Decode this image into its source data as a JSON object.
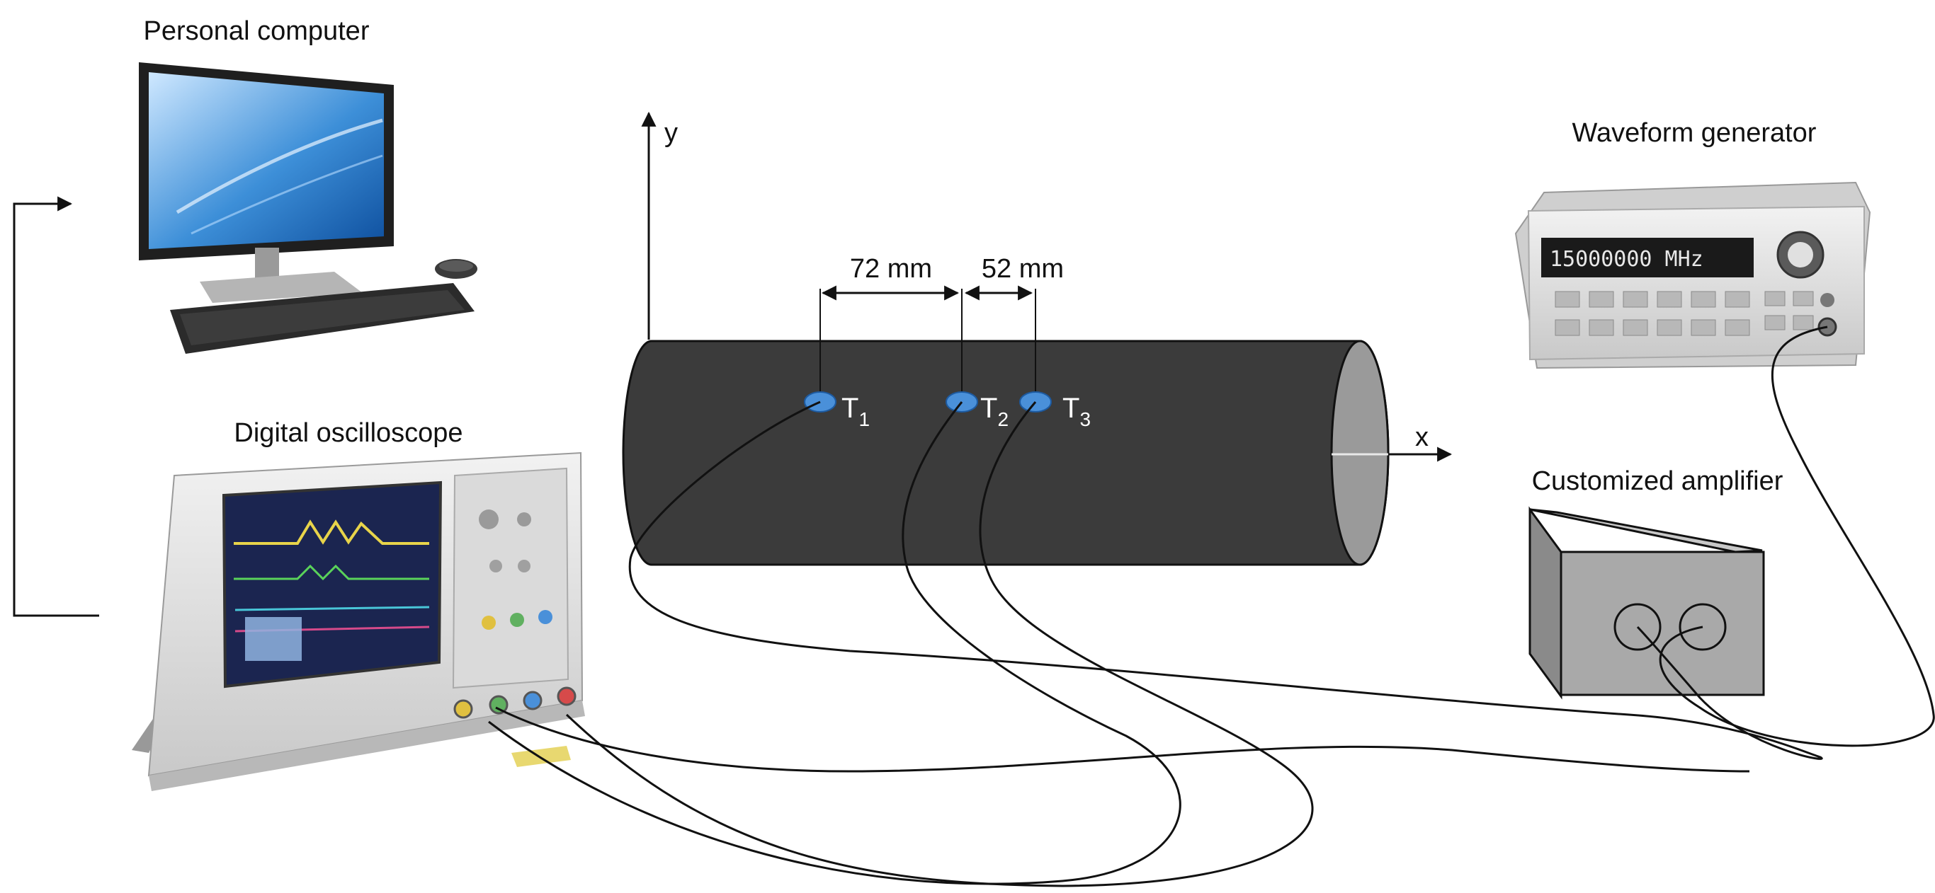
{
  "labels": {
    "personal_computer": "Personal computer",
    "digital_oscilloscope": "Digital oscilloscope",
    "waveform_generator": "Waveform generator",
    "customized_amplifier": "Customized amplifier",
    "y_axis": "y",
    "x_axis": "x",
    "distance_1": "72 mm",
    "distance_2": "52 mm"
  },
  "transducers": [
    {
      "letter": "T",
      "sub": "1"
    },
    {
      "letter": "T",
      "sub": "2"
    },
    {
      "letter": "T",
      "sub": "3"
    }
  ],
  "generator_display": "15000000 MHz",
  "colors": {
    "pipe_body": "#3b3b3b",
    "pipe_end": "#9a9a9a",
    "transducer": "#4a90d9",
    "amplifier_front": "#a9a9a9",
    "amplifier_top": "#c8c8c8",
    "amplifier_side": "#8a8a8a",
    "wire": "#111111",
    "scope_screen": "#1b2550"
  },
  "icons": [
    "monitor-icon",
    "keyboard-icon",
    "mouse-icon",
    "oscilloscope-icon",
    "waveform-generator-icon",
    "amplifier-icon"
  ]
}
